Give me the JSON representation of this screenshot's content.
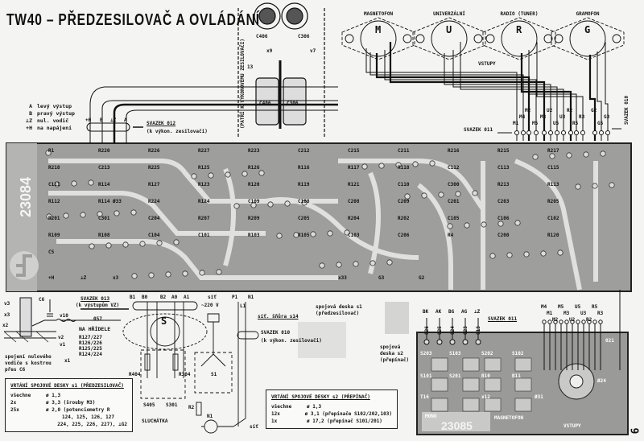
{
  "title": "TW40 – PŘEDZESILOVAČ A OVLÁDÁNÍ",
  "page_number": "6",
  "capacitor_detail": {
    "labels": [
      "C406",
      "C306",
      "x9",
      "v7",
      "13"
    ],
    "caption": "(PATŘÍ K VÝKONOVÉMU ZESILOVAČI)",
    "body_labels": [
      "C406",
      "C306"
    ]
  },
  "output_legend": [
    {
      "key": "A",
      "text": "levý výstup"
    },
    {
      "key": "B",
      "text": "pravý výstup"
    },
    {
      "key": "⊥Z",
      "text": "nul. vodič"
    },
    {
      "key": "+H",
      "text": "na napájení"
    }
  ],
  "bundle_012": {
    "pins": [
      "+H",
      "B",
      "⊥Z",
      "A"
    ],
    "title": "SVAZEK 012",
    "subtitle": "(k výkon. zesilovači)"
  },
  "connectors": [
    {
      "name": "MAGNETOFON",
      "letter": "M"
    },
    {
      "name": "UNIVERZÁLNÍ",
      "letter": "U"
    },
    {
      "name": "RADIO (TUNER)",
      "letter": "R"
    },
    {
      "name": "GRAMOFON",
      "letter": "G"
    }
  ],
  "inputs_label": "VSTUPY",
  "bundle_011_top": {
    "title": "SVAZEK 011",
    "wires": [
      "M1",
      "M4",
      "M2",
      "M5",
      "M3",
      "U2",
      "U5",
      "U3",
      "R2",
      "R5",
      "R3",
      "G2",
      "G5",
      "G3"
    ]
  },
  "bundle_010": "SVAZEK 010",
  "board1": {
    "number": "23084",
    "components": [
      "R1",
      "R220",
      "R226",
      "R227",
      "R223",
      "C212",
      "C215",
      "C211",
      "R216",
      "R215",
      "R217",
      "R218",
      "C213",
      "R225",
      "R125",
      "R126",
      "R116",
      "R117",
      "R118",
      "C112",
      "C113",
      "C115",
      "C111",
      "R114",
      "R127",
      "R123",
      "R120",
      "R119",
      "R121",
      "C110",
      "C300",
      "R213",
      "R113",
      "R112",
      "R114 Ø33",
      "R224",
      "R124",
      "C109",
      "C108",
      "C208",
      "C209",
      "C201",
      "C203",
      "R205",
      "R201",
      "C301",
      "C204",
      "R207",
      "R209",
      "C205",
      "R204",
      "R202",
      "C105",
      "C106",
      "C102",
      "R109",
      "R108",
      "C104",
      "C101",
      "R103",
      "R105",
      "C103",
      "C206",
      "R4",
      "C200",
      "R120",
      "C5"
    ],
    "test_points": [
      "+H",
      "⊥Z",
      "x3",
      "x33",
      "G3",
      "G2"
    ]
  },
  "shaft_detail": {
    "labels": [
      "C6",
      "v3",
      "x3",
      "x2",
      "v2",
      "v1",
      "x1",
      "v10",
      "057"
    ],
    "bundle_013": "SVAZEK 013",
    "bundle_013_sub": "(k výstupům VZ)",
    "on_shafts": "NA HŘÍDELE",
    "pot_pairs": [
      "R127/227",
      "R126/226",
      "R125/225",
      "R124/224"
    ],
    "note": [
      "spojení nulového",
      "vodiče s kostrou",
      "přes C6"
    ]
  },
  "headphone_switch": {
    "pins": [
      "B1",
      "B0",
      "B2",
      "A0",
      "A1"
    ],
    "letter": "S",
    "resistors": [
      "R404",
      "R304"
    ],
    "switches": [
      "S405",
      "S301"
    ],
    "label": "SLUCHÁTKA"
  },
  "mains": {
    "label_sit": "síť",
    "voltage": "~220 V",
    "pins": [
      "P1",
      "N1",
      "L1"
    ],
    "cord": "síť. šňůra s14",
    "switch": "S1",
    "resistor": "R2",
    "lamp": "N1",
    "bottom": "síť"
  },
  "bundle_010b": {
    "title": "SVAZEK 010",
    "subtitle": "(k výkon. zesilovači)"
  },
  "board_locator": {
    "board1": [
      "spojová deska s1",
      "(předzesilovač)"
    ],
    "board2": [
      "spojová",
      "deska s2",
      "(přepínač)"
    ]
  },
  "drill_table_1": {
    "title": "VRTÁNÍ SPOJOVÉ DESKY s1 (PŘEDZESILOVAČ)",
    "rows": [
      {
        "qty": "všechne",
        "text": "ø 1,3"
      },
      {
        "qty": "2x",
        "text": "ø 3,3 (šrouby M3)"
      },
      {
        "qty": "25x",
        "text": "ø 2,0 (potenciometry R"
      },
      {
        "qty": "",
        "text": "124, 125, 126, 127"
      },
      {
        "qty": "",
        "text": "224, 225, 226, 227), ⊥G2"
      }
    ]
  },
  "drill_table_2": {
    "title": "VRTÁNÍ SPOJOVÉ DESKY s2 (PŘEPÍNAČ)",
    "rows": [
      {
        "qty": "všechne",
        "text": "ø 1,3"
      },
      {
        "qty": "12x",
        "text": "ø 3,1 (přepínače S102/202,103)"
      },
      {
        "qty": "1x",
        "text": "ø 17,2 (přepínač S101/201)"
      }
    ]
  },
  "board2": {
    "top_pins": [
      "BK",
      "AK",
      "BG",
      "AG",
      "⊥Z"
    ],
    "pin_codes": [
      "026",
      "025",
      "024",
      "023",
      "013"
    ],
    "bundle": "SVAZEK 011",
    "wires": [
      "M4",
      "M1",
      "M2",
      "M5",
      "M3",
      "U2",
      "U5",
      "U3",
      "R2",
      "R5",
      "R3"
    ],
    "components": [
      "S203",
      "S103",
      "S202",
      "S102",
      "S101",
      "S201",
      "R10",
      "R11",
      "T16",
      "x12",
      "Ø31",
      "Ø24",
      "021"
    ],
    "labels": [
      "MONO",
      "MAGNETOFON",
      "VSTUPY"
    ],
    "number": "23085"
  },
  "colors": {
    "paper": "#f4f4f2",
    "ink": "#111111",
    "board": "#9a9a98",
    "board_light": "#c8c8c6"
  }
}
